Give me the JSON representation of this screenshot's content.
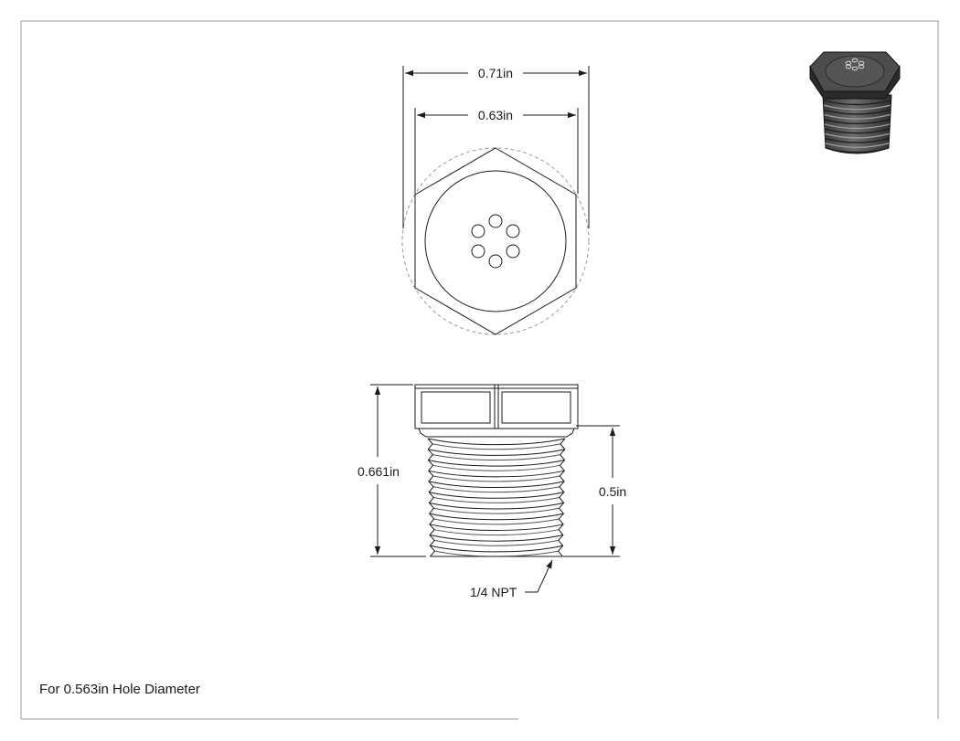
{
  "drawing": {
    "top_view": {
      "dim_across_corners": "0.71in",
      "dim_across_flats": "0.63in"
    },
    "side_view": {
      "dim_overall_height": "0.661in",
      "dim_thread_length": "0.5in",
      "thread_callout": "1/4 NPT"
    },
    "note": "For 0.563in Hole Diameter"
  }
}
